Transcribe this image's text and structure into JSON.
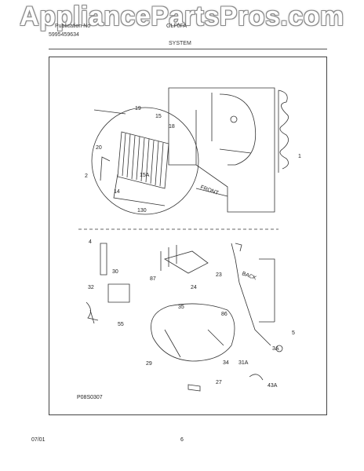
{
  "watermark": "AppliancePartsPros.com",
  "header": {
    "left_line1": "Publication No",
    "left_line2": "5995459634",
    "model": "GLF0FA",
    "section": "SYSTEM"
  },
  "diagram": {
    "code": "P08S0307",
    "callouts": {
      "c19": "19",
      "c15": "15",
      "c18": "18",
      "c20": "20",
      "c2": "2",
      "c15a": "15A",
      "c14": "14",
      "c130": "130",
      "c1": "1",
      "front": "FRONT",
      "c4": "4",
      "c30": "30",
      "c87": "87",
      "c24": "24",
      "c23": "23",
      "back": "BACK",
      "c32": "32",
      "c55": "55",
      "c35": "35",
      "c86": "86",
      "c5": "5",
      "c29": "29",
      "c34": "34",
      "c31a": "31A",
      "c3a": "3A",
      "c27": "27",
      "c43a": "43A"
    }
  },
  "footer": {
    "date": "07/01",
    "page": "6"
  }
}
